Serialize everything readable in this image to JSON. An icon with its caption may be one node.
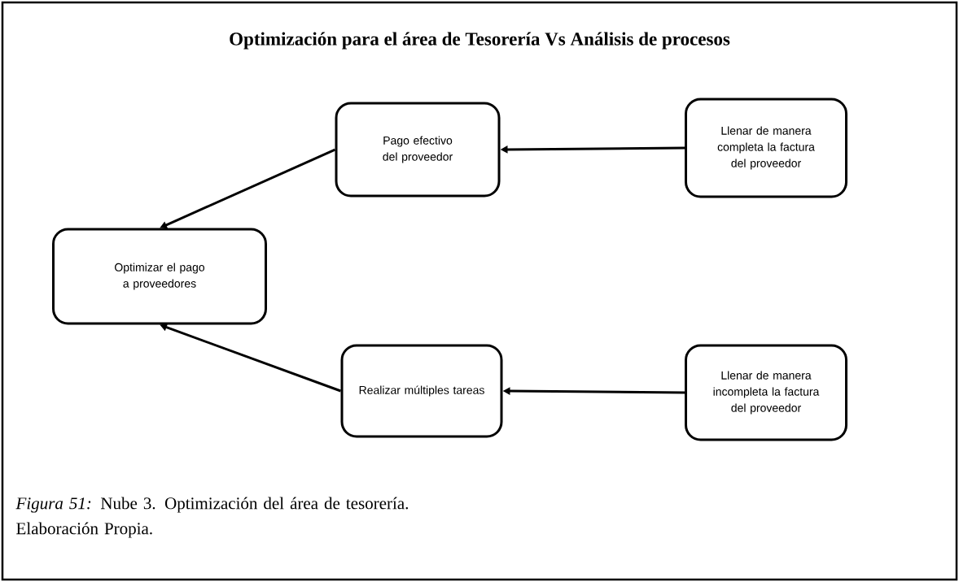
{
  "diagram": {
    "title": "Optimización para el área de Tesorería Vs Análisis de procesos",
    "caption": "*Figura 51:* Nube 3. Optimización del área de tesorería. Elaboración Propia.",
    "nodes": [
      {
        "text": [
          "Pago efectivo del proveedor"
        ]
      },
      {
        "text": [
          "Llenar de manera completa la factura del proveedor"
        ]
      },
      {
        "text": [
          "Optimizar el pago a proveedores"
        ]
      },
      {
        "text": [
          "Realizar múltiples tareas"
        ]
      },
      {
        "text": [
          "Llenar de manera incompleta la factura del proveedor"
        ]
      }
    ],
    "edges": [
      {
        "from": 1,
        "to": 0,
        "arrow": "to"
      },
      {
        "from": 0,
        "to": 2,
        "arrow": "to"
      },
      {
        "from": 4,
        "to": 3,
        "arrow": "to"
      },
      {
        "from": 3,
        "to": 2,
        "arrow": "to"
      }
    ]
  }
}
